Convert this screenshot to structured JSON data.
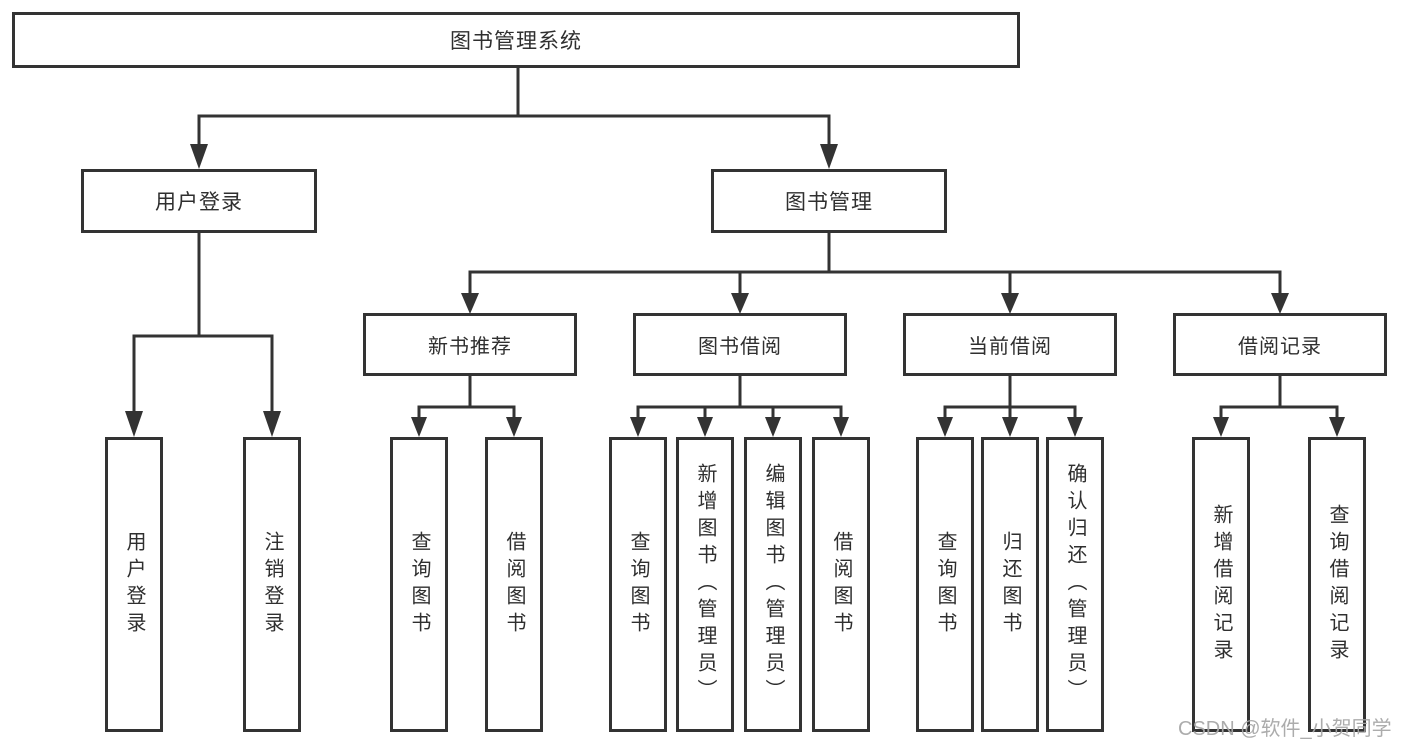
{
  "diagram": {
    "root": "图书管理系统",
    "login": {
      "label": "用户登录",
      "children": [
        "用户登录",
        "注销登录"
      ]
    },
    "manage": {
      "label": "图书管理",
      "sections": [
        {
          "label": "新书推荐",
          "children": [
            "查询图书",
            "借阅图书"
          ]
        },
        {
          "label": "图书借阅",
          "children": [
            "查询图书",
            "新增图书（管理员）",
            "编辑图书（管理员）",
            "借阅图书"
          ]
        },
        {
          "label": "当前借阅",
          "children": [
            "查询图书",
            "归还图书",
            "确认归还（管理员）"
          ]
        },
        {
          "label": "借阅记录",
          "children": [
            "新增借阅记录",
            "查询借阅记录"
          ]
        }
      ]
    }
  },
  "watermark": {
    "text": "CSDN @软件_小贺同学"
  },
  "colors": {
    "line": "#333333",
    "text": "#2f2f2f",
    "watermark": "#a8a8a8",
    "background": "#ffffff"
  }
}
